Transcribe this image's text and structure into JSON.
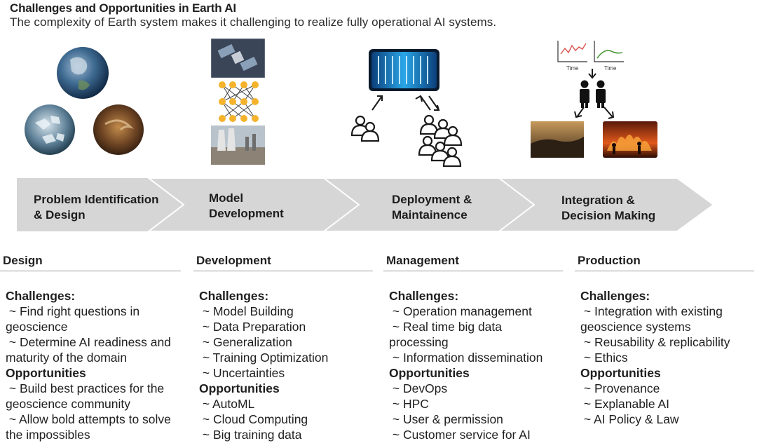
{
  "header": {
    "title": "Challenges and Opportunities in Earth AI",
    "subtitle": "The complexity of Earth system makes it challenging to realize fully operational AI systems."
  },
  "stages": [
    {
      "label": "Problem Identification\n& Design"
    },
    {
      "label": "Model\nDevelopment"
    },
    {
      "label": "Deployment &\nMaintainence"
    },
    {
      "label": "Integration &\nDecision Making"
    }
  ],
  "time_axis_label": "Time",
  "columns": [
    {
      "heading": "Design",
      "challenges_label": "Challenges:",
      "challenges": [
        "Find right questions in geoscience",
        "Determine AI readiness and maturity of the domain"
      ],
      "opportunities_label": "Opportunities",
      "opportunities": [
        "Build best practices for the geoscience community",
        "Allow bold attempts to solve the impossibles"
      ]
    },
    {
      "heading": "Development",
      "challenges_label": "Challenges:",
      "challenges": [
        "Model Building",
        "Data Preparation",
        "Generalization",
        "Training Optimization",
        "Uncertainties"
      ],
      "opportunities_label": "Opportunities",
      "opportunities": [
        "AutoML",
        "Cloud Computing",
        "Big training data"
      ]
    },
    {
      "heading": "Management",
      "challenges_label": "Challenges:",
      "challenges": [
        "Operation management",
        "Real time big data processing",
        "Information dissemination"
      ],
      "opportunities_label": "Opportunities",
      "opportunities": [
        "DevOps",
        "HPC",
        "User & permission",
        "Customer service for AI"
      ]
    },
    {
      "heading": "Production",
      "challenges_label": "Challenges:",
      "challenges": [
        "Integration with existing geoscience systems",
        "Reusability & replicability",
        "Ethics"
      ],
      "opportunities_label": "Opportunities",
      "opportunities": [
        "Provenance",
        "Explanable AI",
        "AI Policy & Law"
      ]
    }
  ],
  "colors": {
    "chevron_fill": "#d6d6d6",
    "chevron_edge": "#ffffff",
    "node_orange": "#f5b32b",
    "server_blue": "#2aa6e8",
    "chart_line_red": "#d9534f",
    "chart_line_green": "#4a9a3a",
    "fire_orange": "#e2591b"
  },
  "icons": [
    "earth-globe-icon",
    "sea-ice-globe-icon",
    "storm-globe-icon",
    "satellite-icon",
    "neural-network-icon",
    "power-plant-icon",
    "server-rack-icon",
    "user-pair-icon",
    "user-group-icon",
    "time-series-chart-icon",
    "decision-makers-icon",
    "desert-landscape-icon",
    "wildfire-icon"
  ]
}
